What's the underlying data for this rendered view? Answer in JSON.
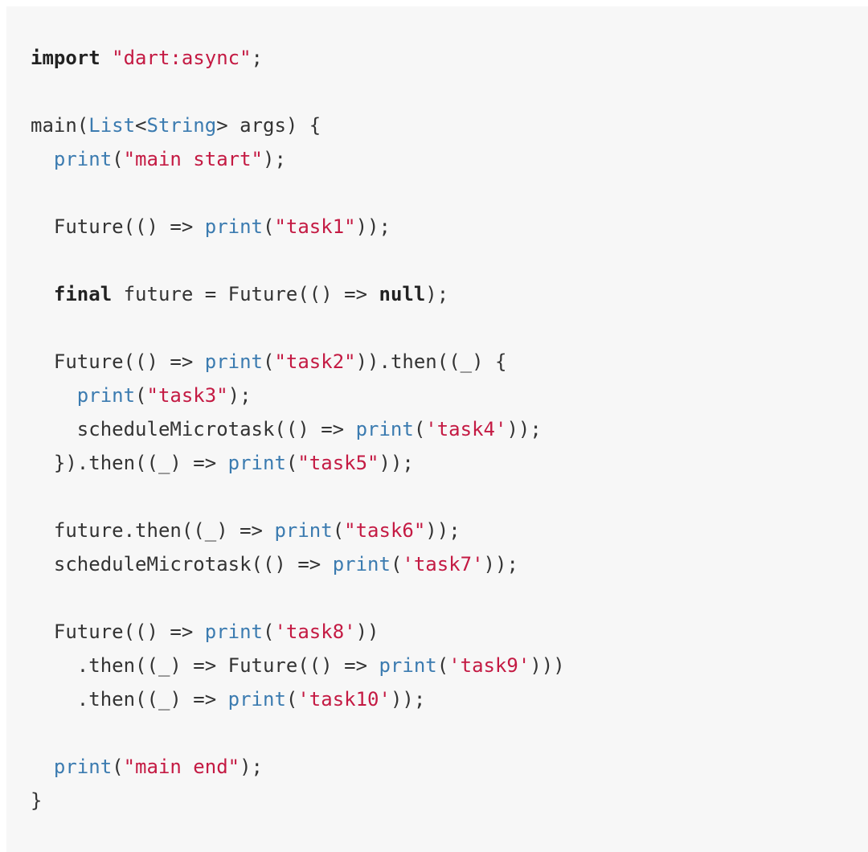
{
  "code": {
    "language": "dart",
    "colors": {
      "background": "#f7f7f7",
      "keyword": "#222222",
      "string": "#c41a43",
      "function": "#3b7bb0",
      "plain": "#333333"
    },
    "lines": [
      [
        {
          "t": "kw",
          "v": "import"
        },
        {
          "t": "plain",
          "v": " "
        },
        {
          "t": "str",
          "v": "\"dart:async\""
        },
        {
          "t": "plain",
          "v": ";"
        }
      ],
      [],
      [
        {
          "t": "plain",
          "v": "main("
        },
        {
          "t": "type",
          "v": "List"
        },
        {
          "t": "plain",
          "v": "<"
        },
        {
          "t": "type",
          "v": "String"
        },
        {
          "t": "plain",
          "v": "> args) {"
        }
      ],
      [
        {
          "t": "plain",
          "v": "  "
        },
        {
          "t": "fn",
          "v": "print"
        },
        {
          "t": "plain",
          "v": "("
        },
        {
          "t": "str",
          "v": "\"main start\""
        },
        {
          "t": "plain",
          "v": ");"
        }
      ],
      [],
      [
        {
          "t": "plain",
          "v": "  Future(() => "
        },
        {
          "t": "fn",
          "v": "print"
        },
        {
          "t": "plain",
          "v": "("
        },
        {
          "t": "str",
          "v": "\"task1\""
        },
        {
          "t": "plain",
          "v": "));"
        }
      ],
      [],
      [
        {
          "t": "plain",
          "v": "  "
        },
        {
          "t": "kw",
          "v": "final"
        },
        {
          "t": "plain",
          "v": " future = Future(() => "
        },
        {
          "t": "kw",
          "v": "null"
        },
        {
          "t": "plain",
          "v": ");"
        }
      ],
      [],
      [
        {
          "t": "plain",
          "v": "  Future(() => "
        },
        {
          "t": "fn",
          "v": "print"
        },
        {
          "t": "plain",
          "v": "("
        },
        {
          "t": "str",
          "v": "\"task2\""
        },
        {
          "t": "plain",
          "v": ")).then((_) {"
        }
      ],
      [
        {
          "t": "plain",
          "v": "    "
        },
        {
          "t": "fn",
          "v": "print"
        },
        {
          "t": "plain",
          "v": "("
        },
        {
          "t": "str",
          "v": "\"task3\""
        },
        {
          "t": "plain",
          "v": ");"
        }
      ],
      [
        {
          "t": "plain",
          "v": "    scheduleMicrotask(() => "
        },
        {
          "t": "fn",
          "v": "print"
        },
        {
          "t": "plain",
          "v": "("
        },
        {
          "t": "str",
          "v": "'task4'"
        },
        {
          "t": "plain",
          "v": "));"
        }
      ],
      [
        {
          "t": "plain",
          "v": "  }).then((_) => "
        },
        {
          "t": "fn",
          "v": "print"
        },
        {
          "t": "plain",
          "v": "("
        },
        {
          "t": "str",
          "v": "\"task5\""
        },
        {
          "t": "plain",
          "v": "));"
        }
      ],
      [],
      [
        {
          "t": "plain",
          "v": "  future.then((_) => "
        },
        {
          "t": "fn",
          "v": "print"
        },
        {
          "t": "plain",
          "v": "("
        },
        {
          "t": "str",
          "v": "\"task6\""
        },
        {
          "t": "plain",
          "v": "));"
        }
      ],
      [
        {
          "t": "plain",
          "v": "  scheduleMicrotask(() => "
        },
        {
          "t": "fn",
          "v": "print"
        },
        {
          "t": "plain",
          "v": "("
        },
        {
          "t": "str",
          "v": "'task7'"
        },
        {
          "t": "plain",
          "v": "));"
        }
      ],
      [],
      [
        {
          "t": "plain",
          "v": "  Future(() => "
        },
        {
          "t": "fn",
          "v": "print"
        },
        {
          "t": "plain",
          "v": "("
        },
        {
          "t": "str",
          "v": "'task8'"
        },
        {
          "t": "plain",
          "v": "))"
        }
      ],
      [
        {
          "t": "plain",
          "v": "    .then((_) => Future(() => "
        },
        {
          "t": "fn",
          "v": "print"
        },
        {
          "t": "plain",
          "v": "("
        },
        {
          "t": "str",
          "v": "'task9'"
        },
        {
          "t": "plain",
          "v": ")))"
        }
      ],
      [
        {
          "t": "plain",
          "v": "    .then((_) => "
        },
        {
          "t": "fn",
          "v": "print"
        },
        {
          "t": "plain",
          "v": "("
        },
        {
          "t": "str",
          "v": "'task10'"
        },
        {
          "t": "plain",
          "v": "));"
        }
      ],
      [],
      [
        {
          "t": "plain",
          "v": "  "
        },
        {
          "t": "fn",
          "v": "print"
        },
        {
          "t": "plain",
          "v": "("
        },
        {
          "t": "str",
          "v": "\"main end\""
        },
        {
          "t": "plain",
          "v": ");"
        }
      ],
      [
        {
          "t": "plain",
          "v": "}"
        }
      ]
    ]
  }
}
